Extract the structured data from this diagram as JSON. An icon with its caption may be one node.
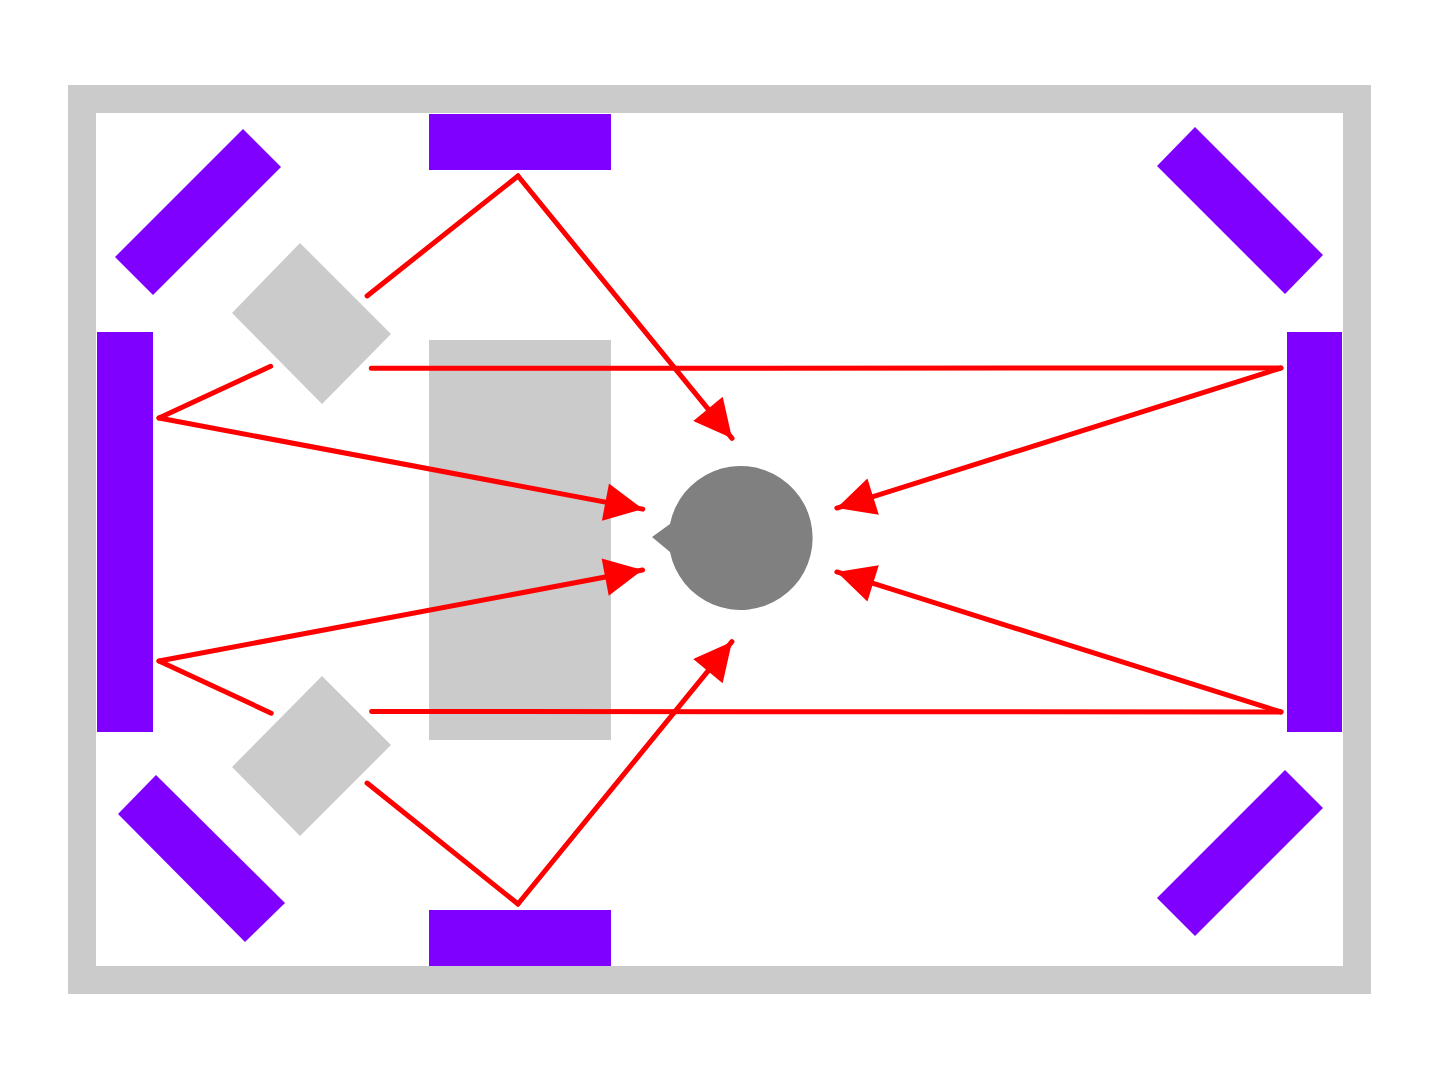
{
  "diagram": {
    "nodes": [
      {
        "text": [],
        "shape": "bar"
      },
      {
        "text": [],
        "shape": "bar"
      },
      {
        "text": [],
        "shape": "bar"
      },
      {
        "text": [],
        "shape": "diamond"
      },
      {
        "text": [],
        "shape": "bar"
      },
      {
        "text": [],
        "shape": "circle"
      },
      {
        "text": [],
        "shape": "bar"
      },
      {
        "text": [],
        "shape": "diamond"
      },
      {
        "text": [],
        "shape": "bar"
      },
      {
        "text": [],
        "shape": "bar"
      },
      {
        "text": [],
        "shape": "bar"
      }
    ],
    "edges": [
      {
        "from": 3,
        "to": 1,
        "arrow": "none"
      },
      {
        "from": 1,
        "to": 5,
        "arrow": "to"
      },
      {
        "from": 3,
        "to": 4,
        "arrow": "none"
      },
      {
        "from": 4,
        "to": 5,
        "arrow": "to"
      },
      {
        "from": 3,
        "to": 6,
        "arrow": "none"
      },
      {
        "from": 6,
        "to": 5,
        "arrow": "to"
      },
      {
        "from": 7,
        "to": 4,
        "arrow": "none"
      },
      {
        "from": 4,
        "to": 5,
        "arrow": "to"
      },
      {
        "from": 7,
        "to": 6,
        "arrow": "none"
      },
      {
        "from": 6,
        "to": 5,
        "arrow": "to"
      },
      {
        "from": 7,
        "to": 9,
        "arrow": "none"
      },
      {
        "from": 9,
        "to": 5,
        "arrow": "to"
      }
    ]
  }
}
